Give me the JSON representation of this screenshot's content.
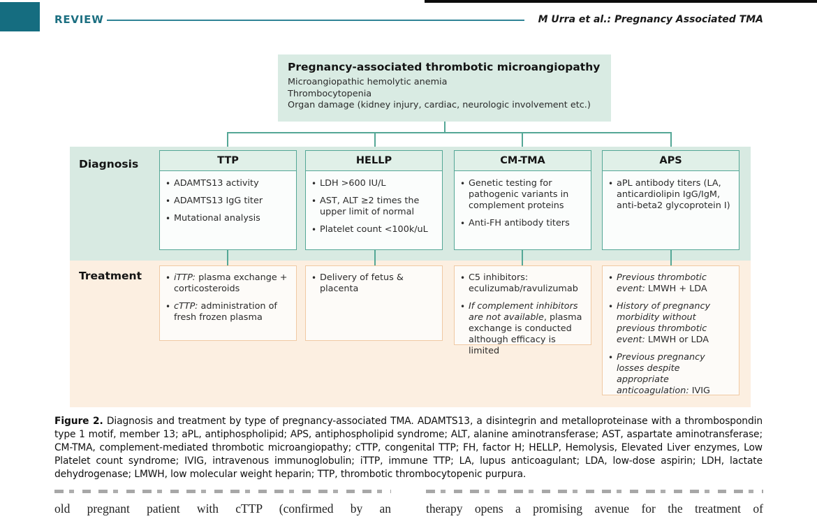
{
  "header": {
    "kicker": "REVIEW",
    "running_title": "M Urra et al.: Pregnancy Associated TMA"
  },
  "figure": {
    "root": {
      "title": "Pregnancy-associated thrombotic microangiopathy",
      "items": [
        "Microangiopathic hemolytic anemia",
        "Thrombocytopenia",
        "Organ damage (kidney injury, cardiac, neurologic involvement etc.)"
      ]
    },
    "row_labels": {
      "diagnosis": "Diagnosis",
      "treatment": "Treatment"
    },
    "columns": [
      {
        "name": "TTP",
        "diagnosis": [
          [
            {
              "t": "ADAMTS13 activity"
            }
          ],
          [
            {
              "t": "ADAMTS13 IgG titer"
            }
          ],
          [
            {
              "t": "Mutational analysis"
            }
          ]
        ],
        "treatment": [
          [
            {
              "t": "iTTP:",
              "i": true
            },
            {
              "t": " plasma exchange + corticosteroids"
            }
          ],
          [
            {
              "t": "cTTP:",
              "i": true
            },
            {
              "t": " administration of fresh frozen plasma"
            }
          ]
        ]
      },
      {
        "name": "HELLP",
        "diagnosis": [
          [
            {
              "t": "LDH >600 IU/L"
            }
          ],
          [
            {
              "t": "AST, ALT ≥2 times the upper limit of normal"
            }
          ],
          [
            {
              "t": "Platelet count <100k/uL"
            }
          ]
        ],
        "treatment": [
          [
            {
              "t": "Delivery of fetus & placenta"
            }
          ]
        ]
      },
      {
        "name": "CM-TMA",
        "diagnosis": [
          [
            {
              "t": "Genetic testing for pathogenic variants in complement proteins"
            }
          ],
          [
            {
              "t": "Anti-FH antibody titers"
            }
          ]
        ],
        "treatment": [
          [
            {
              "t": "C5 inhibitors: eculizumab/ravulizumab"
            }
          ],
          [
            {
              "t": "If complement inhibitors are not available",
              "i": true
            },
            {
              "t": ", plasma exchange is conducted although efficacy is limited"
            }
          ]
        ]
      },
      {
        "name": "APS",
        "diagnosis": [
          [
            {
              "t": "aPL antibody titers (LA, anticardiolipin IgG/IgM, anti-beta2 glycoprotein I)"
            }
          ]
        ],
        "treatment": [
          [
            {
              "t": "Previous thrombotic event:",
              "i": true
            },
            {
              "t": " LMWH + LDA"
            }
          ],
          [
            {
              "t": "History of pregnancy morbidity without previous thrombotic event:",
              "i": true
            },
            {
              "t": " LMWH or LDA"
            }
          ],
          [
            {
              "t": "Previous pregnancy losses despite appropriate anticoagulation:",
              "i": true
            },
            {
              "t": " IVIG"
            }
          ]
        ]
      }
    ],
    "caption": {
      "label": "Figure 2.",
      "text": "Diagnosis and treatment by type of pregnancy-associated TMA. ADAMTS13, a disintegrin and metalloproteinase with a thrombospondin type 1 motif, member 13; aPL, antiphospholipid; APS, antiphospholipid syndrome; ALT, alanine aminotransferase; AST, aspartate aminotransferase; CM-TMA, complement-mediated thrombotic microangiopathy; cTTP, congenital TTP; FH, factor H; HELLP, Hemolysis, Elevated Liver enzymes, Low Platelet count syndrome; IVIG, intravenous immunoglobulin; iTTP, immune TTP; LA, lupus anticoagulant; LDA, low-dose aspirin; LDH, lactate dehydrogenase; LMWH, low molecular weight heparin; TTP, thrombotic thrombocytopenic purpura."
    }
  },
  "body_columns": [
    {
      "text": "old pregnant patient with cTTP (confirmed by an"
    },
    {
      "text": "therapy opens a promising avenue for the treatment of"
    }
  ],
  "colors": {
    "teal_accent": "#156d80",
    "teal_border": "#54a796",
    "mint_band": "#d8eae2",
    "peach_band": "#fcefe1",
    "peach_border": "#f0c9a3"
  }
}
